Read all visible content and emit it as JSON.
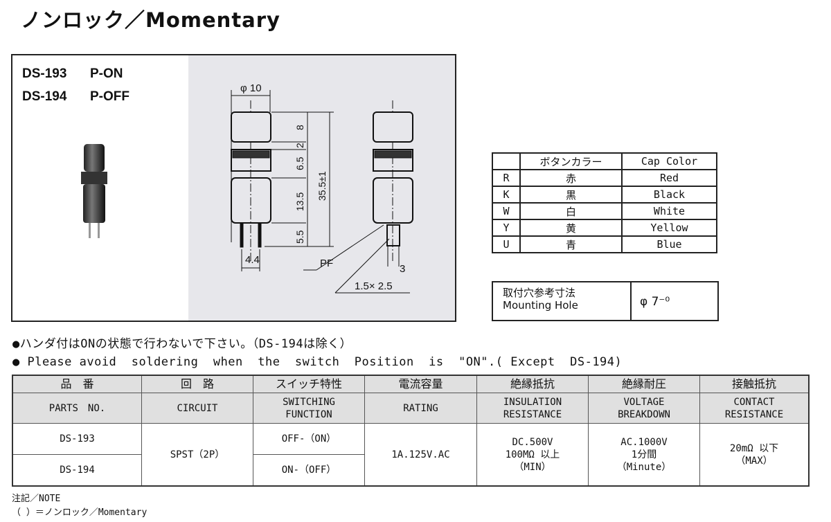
{
  "title": "ノンロック／Momentary",
  "models": [
    {
      "part": "DS-193",
      "type": "P-ON"
    },
    {
      "part": "DS-194",
      "type": "P-OFF"
    }
  ],
  "drawing": {
    "diameter": "φ 10",
    "dims": [
      "8",
      "2",
      "6.5",
      "13.5",
      "5.5"
    ],
    "total": "35.5±1",
    "pin_pitch": "4.4",
    "pf": "PF",
    "pin_width": "3",
    "terminal": "1.5× 2.5"
  },
  "cap_table": {
    "headers": [
      "",
      "ボタンカラー",
      "Cap Color"
    ],
    "rows": [
      [
        "R",
        "赤",
        "Red"
      ],
      [
        "K",
        "黒",
        "Black"
      ],
      [
        "W",
        "白",
        "White"
      ],
      [
        "Y",
        "黄",
        "Yellow"
      ],
      [
        "U",
        "青",
        "Blue"
      ]
    ]
  },
  "mounting": {
    "label_jp": "取付穴参考寸法",
    "label_en": "Mounting Hole",
    "value": "φ 7⁻⁰"
  },
  "notes": [
    "●ハンダ付はONの状態で行わないで下さい。（DS-194は除く）",
    "● Please avoid  soldering  when  the  switch  Position  is  \"ON\".( Except  DS-194)"
  ],
  "spec_table": {
    "headers_jp": [
      "品　番",
      "回　路",
      "スイッチ特性",
      "電流容量",
      "絶縁抵抗",
      "絶縁耐圧",
      "接触抵抗"
    ],
    "headers_en": [
      [
        "PARTS　NO."
      ],
      [
        "CIRCUIT"
      ],
      [
        "SWITCHING",
        "FUNCTION"
      ],
      [
        "RATING"
      ],
      [
        "INSULATION",
        "RESISTANCE"
      ],
      [
        "VOLTAGE",
        "BREAKDOWN"
      ],
      [
        "CONTACT",
        "RESISTANCE"
      ]
    ],
    "parts": [
      "DS-193",
      "DS-194"
    ],
    "circuit": "SPST（2P）",
    "functions": [
      "OFF-（ON）",
      "ON-（OFF）"
    ],
    "rating": "1A.125V.AC",
    "insulation": [
      "DC.500V",
      "100MΩ 以上",
      "（MIN）"
    ],
    "voltage": [
      "AC.1000V",
      "1分間",
      "（Minute）"
    ],
    "contact": [
      "20mΩ 以下",
      "（MAX）"
    ]
  },
  "footnote": {
    "title": "注記／NOTE",
    "text": "（ ）＝ノンロック／Momentary"
  }
}
